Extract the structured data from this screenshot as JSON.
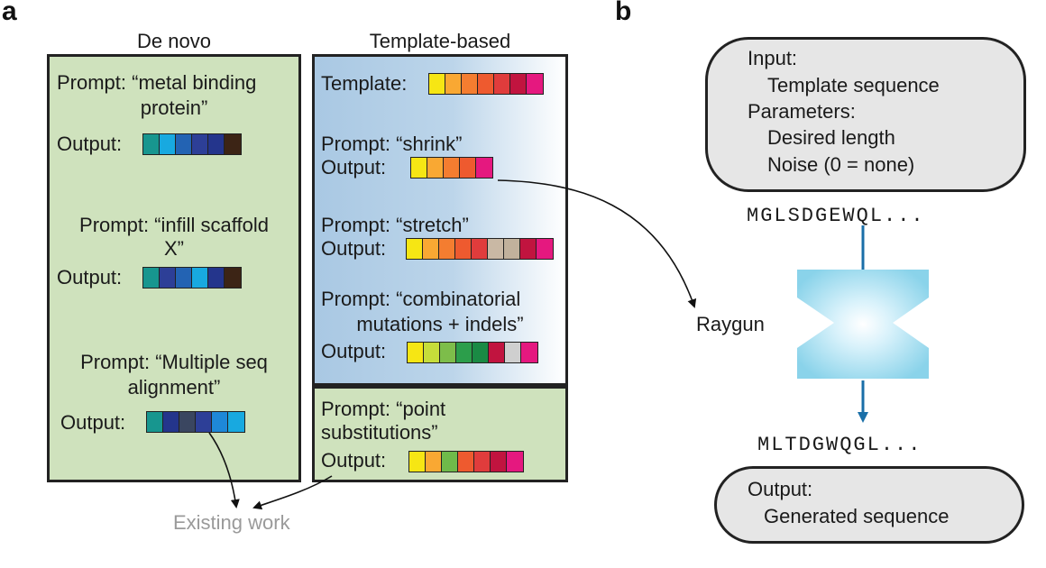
{
  "panel_a": {
    "letter": "a",
    "de_novo": {
      "heading": "De novo",
      "items": [
        {
          "prompt_1": "Prompt: “metal binding",
          "prompt_2": "protein”",
          "output_label": "Output:",
          "colors": [
            "#17968f",
            "#18a9e0",
            "#2363b3",
            "#2d3f97",
            "#24358c",
            "#3c2415"
          ]
        },
        {
          "prompt_1": "Prompt: “infill scaffold",
          "prompt_2": "X”",
          "output_label": "Output:",
          "colors": [
            "#17968f",
            "#2d3f97",
            "#2363b3",
            "#18a9e0",
            "#24358c",
            "#3c2415"
          ]
        },
        {
          "prompt_1": "Prompt: “Multiple seq",
          "prompt_2": "alignment”",
          "output_label": "Output:",
          "colors": [
            "#17968f",
            "#24358c",
            "#3a4660",
            "#2d3f97",
            "#1e88d8",
            "#18a9e0"
          ]
        }
      ]
    },
    "template_based": {
      "heading": "Template-based",
      "template_label": "Template:",
      "template_colors": [
        "#f6e614",
        "#f9a833",
        "#f47d30",
        "#ee5a2f",
        "#e03c3c",
        "#c1143f",
        "#e5187f"
      ],
      "items": [
        {
          "prompt_1": "Prompt: “shrink”",
          "output_label": "Output:",
          "colors": [
            "#f6e614",
            "#f9a833",
            "#f47d30",
            "#ee5a2f",
            "#e5187f"
          ]
        },
        {
          "prompt_1": "Prompt: “stretch”",
          "output_label": "Output:",
          "colors": [
            "#f6e614",
            "#f9a833",
            "#f47d30",
            "#ee5a2f",
            "#e03c3c",
            "#c9b8a4",
            "#c1b19c",
            "#c1143f",
            "#e5187f"
          ]
        },
        {
          "prompt_1": "Prompt: “combinatorial",
          "prompt_2": "mutations + indels”",
          "output_label": "Output:",
          "colors": [
            "#f6e614",
            "#c6dd3a",
            "#7dbd4a",
            "#2c9e4b",
            "#1a8a44",
            "#c1143f",
            "#cfcfcf",
            "#e5187f"
          ]
        }
      ]
    },
    "point_sub": {
      "prompt_1": "Prompt: “point",
      "prompt_2": "substitutions”",
      "output_label": "Output:",
      "colors": [
        "#f6e614",
        "#f9a833",
        "#6fba4a",
        "#ee5a2f",
        "#e03c3c",
        "#c1143f",
        "#e5187f"
      ]
    },
    "existing_work": "Existing work"
  },
  "panel_b": {
    "letter": "b",
    "input_box": {
      "line1": "Input:",
      "line2": "Template sequence",
      "line3": "Parameters:",
      "line4": "Desired length",
      "line5": "Noise (0 = none)"
    },
    "input_sequence": "MGLSDGEWQL...",
    "model_label": "Raygun",
    "output_sequence": "MLTDGWQGL...",
    "output_box": {
      "line1": "Output:",
      "line2": "Generated sequence"
    }
  }
}
